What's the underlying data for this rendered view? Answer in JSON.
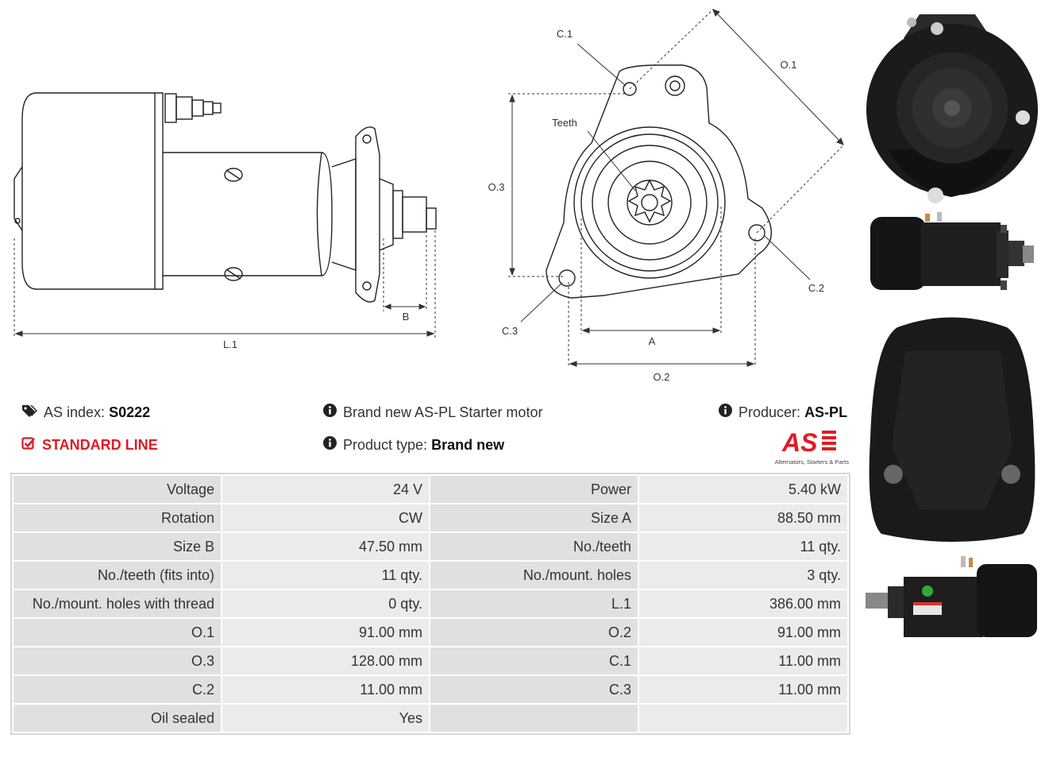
{
  "drawings": {
    "side_labels": {
      "l1": "L.1",
      "b": "B"
    },
    "front_labels": {
      "c1": "C.1",
      "o1": "O.1",
      "o3": "O.3",
      "teeth": "Teeth",
      "c2": "C.2",
      "c3": "C.3",
      "a": "A",
      "o2": "O.2"
    }
  },
  "info": {
    "as_index_label": "AS index:",
    "as_index_value": "S0222",
    "line": "STANDARD LINE",
    "description": "Brand new AS-PL Starter motor",
    "product_type_label": "Product type:",
    "product_type_value": "Brand new",
    "producer_label": "Producer:",
    "producer_value": "AS-PL",
    "logo_text": "AS",
    "logo_tagline": "Alternators, Starters & Parts"
  },
  "specs": [
    [
      "Voltage",
      "24 V",
      "Power",
      "5.40 kW"
    ],
    [
      "Rotation",
      "CW",
      "Size A",
      "88.50 mm"
    ],
    [
      "Size B",
      "47.50 mm",
      "No./teeth",
      "11 qty."
    ],
    [
      "No./teeth (fits into)",
      "11 qty.",
      "No./mount. holes",
      "3 qty."
    ],
    [
      "No./mount. holes with thread",
      "0 qty.",
      "L.1",
      "386.00 mm"
    ],
    [
      "O.1",
      "91.00 mm",
      "O.2",
      "91.00 mm"
    ],
    [
      "O.3",
      "128.00 mm",
      "C.1",
      "11.00 mm"
    ],
    [
      "C.2",
      "11.00 mm",
      "C.3",
      "11.00 mm"
    ],
    [
      "Oil sealed",
      "Yes",
      "",
      ""
    ]
  ],
  "colors": {
    "accent_red": "#e01b24",
    "table_key_bg": "#e0e0e0",
    "table_val_bg": "#ebebeb"
  }
}
